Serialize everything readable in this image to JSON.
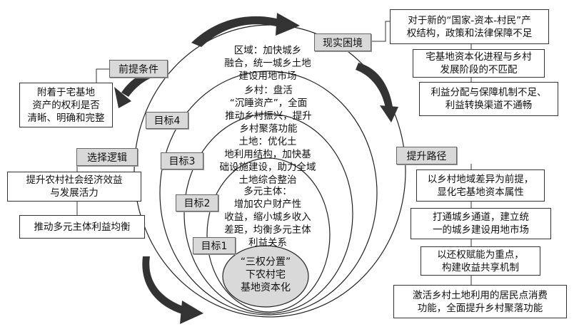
{
  "center": {
    "text": "“三权分置”\n下农村宅\n基地资本化"
  },
  "rings": [
    {
      "text": "区域：加快城乡\n融合，统一城乡土地\n建设用地市场"
    },
    {
      "text": "乡村：盘活\n“沉睡资产”，全面\n推动乡村振兴，提升\n乡村聚落功能"
    },
    {
      "text": "土地：优化土\n地利用结构，加快基\n础设施建设，助力全域\n土地综合整治"
    },
    {
      "text": "多元主体：\n增加农户财产性\n收益，缩小城乡收入\n差距，均衡多元主体\n利益关系"
    }
  ],
  "targets": [
    "目标4",
    "目标3",
    "目标2",
    "目标1"
  ],
  "premise": {
    "label": "前提条件",
    "text": "附着于宅基地\n资产的权利是否\n清晰、明确和完整"
  },
  "logic": {
    "label": "选择逻辑",
    "items": [
      "提升农村社会经济效益\n与发展活力",
      "推动多元主体利益均衡"
    ]
  },
  "reality": {
    "label": "现实困境",
    "items": [
      "对于新的“国家-资本-村民”产\n权结构，政策和法律保障不足",
      "宅基地资本化进程与乡村\n发展阶段的不匹配",
      "利益分配与保障机制不足、\n利益转换渠道不通畅"
    ]
  },
  "path": {
    "label": "提升路径",
    "items": [
      "以乡村地域差异为前提，\n显化宅基地资本属性",
      "打通城乡通道，建立统\n一的城乡建设用地市场",
      "以还权赋能为重点，\n构建收益共享机制",
      "激活乡村土地利用的居民点消费\n功能，全面提升乡村聚落功能"
    ]
  }
}
